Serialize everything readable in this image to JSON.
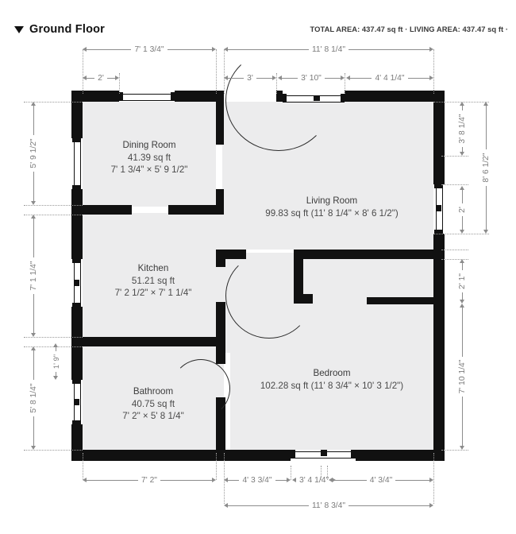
{
  "header": {
    "toggle_icon": "triangle-down-icon",
    "floor_title": "Ground Floor",
    "area_summary": "TOTAL AREA: 437.47 sq ft · LIVING AREA: 437.47 sq ft ·"
  },
  "rooms": [
    {
      "name": "Dining Room",
      "area": "41.39 sq ft",
      "dimensions": "7' 1 3/4\" × 5' 9 1/2\"",
      "label_style": "stacked"
    },
    {
      "name": "Living Room",
      "area_and_dimensions": "99.83 sq ft (11' 8 1/4\" × 8' 6 1/2\")",
      "label_style": "inline"
    },
    {
      "name": "Kitchen",
      "area": "51.21 sq ft",
      "dimensions": "7' 2 1/2\" × 7' 1 1/4\"",
      "label_style": "stacked"
    },
    {
      "name": "Bedroom",
      "area_and_dimensions": "102.28 sq ft (11' 8 3/4\" × 10' 3 1/2\")",
      "label_style": "inline"
    },
    {
      "name": "Bathroom",
      "area": "40.75 sq ft",
      "dimensions": "7' 2\" × 5' 8 1/4\"",
      "label_style": "stacked"
    }
  ],
  "dimensions": {
    "top_outer": [
      {
        "label": "7' 1 3/4\""
      },
      {
        "label": "11' 8 1/4\""
      }
    ],
    "top_inner": [
      {
        "label": "2'"
      },
      {
        "label": "3'"
      },
      {
        "label": "3' 10\""
      },
      {
        "label": "4' 4 1/4\""
      }
    ],
    "left_inner": [
      {
        "label": "5' 9 1/2\""
      },
      {
        "label": "7' 1 1/4\""
      },
      {
        "label": "5' 8 1/4\""
      }
    ],
    "left_small": [
      {
        "label": "1' 9\""
      }
    ],
    "right_inner": [
      {
        "label": "3' 8 1/4\""
      },
      {
        "label": "2'"
      },
      {
        "label": "2' 1\""
      },
      {
        "label": "7' 10 1/4\""
      }
    ],
    "right_outer": [
      {
        "label": "8' 6 1/2\""
      }
    ],
    "bottom_inner": [
      {
        "label": "7' 2\""
      },
      {
        "label": "4' 3 3/4\""
      },
      {
        "label": "3' 4 1/4\""
      },
      {
        "label": "4' 3/4\""
      }
    ],
    "bottom_outer": [
      {
        "label": "11' 8 3/4\""
      }
    ]
  },
  "colors": {
    "wall": "#111111",
    "room_fill": "#ececed",
    "dimension_line": "#8c8c8c",
    "label_text": "#4a4a4a",
    "background": "#ffffff"
  }
}
